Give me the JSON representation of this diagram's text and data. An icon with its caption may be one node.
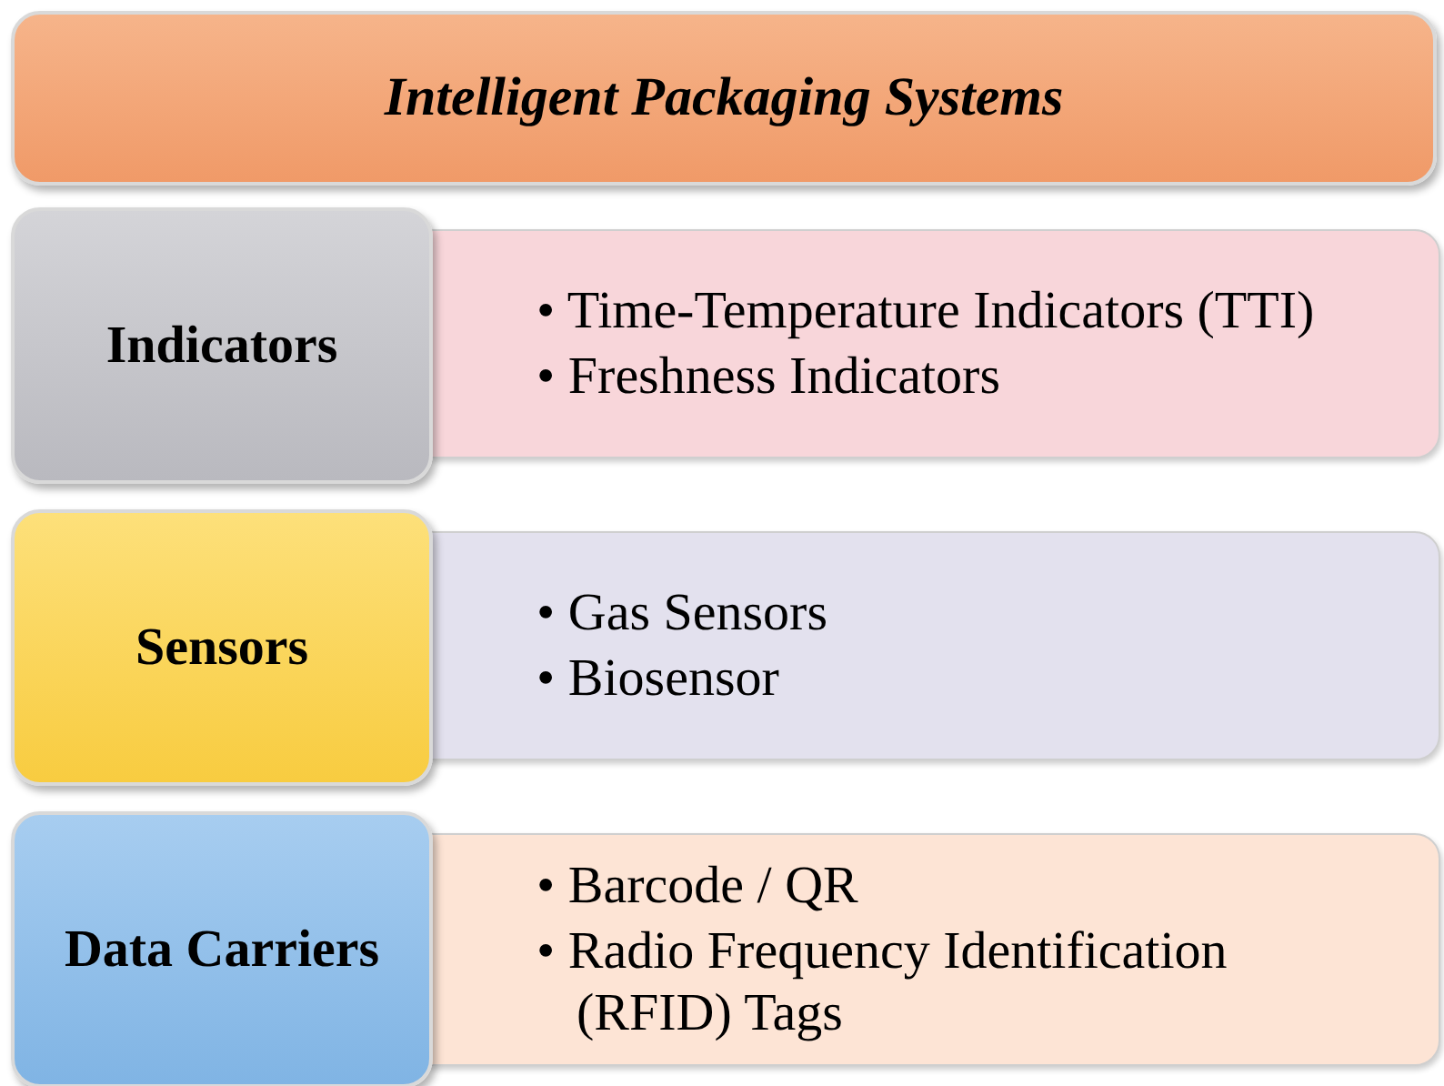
{
  "diagram": {
    "nodes": [
      {
        "text": [
          "Intelligent Packaging Systems"
        ]
      },
      {
        "text": [
          "Indicators"
        ]
      },
      {
        "text": [
          "• Time-Temperature Indicators (TTI)",
          "• Freshness Indicators"
        ]
      },
      {
        "text": [
          "Sensors"
        ]
      },
      {
        "text": [
          "• Gas Sensors",
          "• Biosensor"
        ]
      },
      {
        "text": [
          "Data Carriers"
        ]
      },
      {
        "text": [
          "• Barcode / QR",
          "• Radio Frequency Identification (RFID) Tags"
        ]
      }
    ],
    "edges": []
  }
}
